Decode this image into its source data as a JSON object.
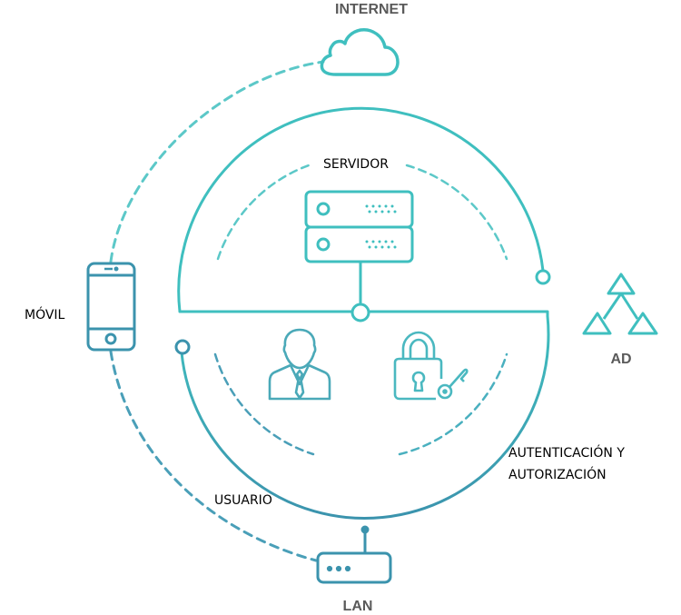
{
  "diagram": {
    "colors": {
      "teal": "#3fbfbf",
      "teal_blue": "#3b93ad",
      "label_dark": "#000000",
      "label_grey": "#5a5a5a"
    },
    "nodes": {
      "internet": {
        "label": "INTERNET",
        "icon": "cloud-icon"
      },
      "servidor": {
        "label": "SERVIDOR",
        "icon": "server-icon"
      },
      "movil": {
        "label": "MÓVIL",
        "icon": "smartphone-icon"
      },
      "ad": {
        "label": "AD",
        "icon": "directory-tree-icon"
      },
      "usuario": {
        "label": "USUARIO",
        "icon": "user-icon"
      },
      "auth": {
        "label_line1": "AUTENTICACIÓN Y",
        "label_line2": "AUTORIZACIÓN",
        "icon": "lock-key-icon"
      },
      "lan": {
        "label": "LAN",
        "icon": "router-icon"
      }
    },
    "connections": [
      {
        "from": "movil",
        "to": "internet",
        "style": "dashed"
      },
      {
        "from": "movil",
        "to": "lan",
        "style": "dashed"
      },
      {
        "from": "servidor",
        "to": "hub",
        "style": "solid"
      }
    ]
  }
}
